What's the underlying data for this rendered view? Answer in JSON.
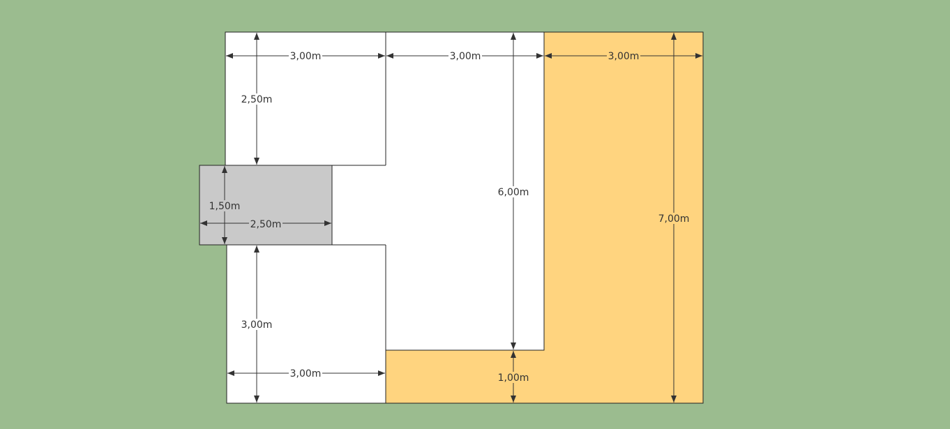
{
  "colors": {
    "background": "#9bbc8f",
    "room": "#ffffff",
    "terrace": "#ffd47f",
    "annex": "#c9c9c9",
    "outline": "#222222",
    "dimension": "#333333"
  },
  "dimensions": {
    "top_left_width": "3,00m",
    "top_middle_width": "3,00m",
    "right_width": "3,00m",
    "top_left_height": "2,50m",
    "annex_height": "1,50m",
    "annex_width": "2,50m",
    "bottom_left_height": "3,00m",
    "bottom_left_width": "3,00m",
    "middle_height": "6,00m",
    "right_height": "7,00m",
    "bottom_strip_height": "1,00m"
  }
}
